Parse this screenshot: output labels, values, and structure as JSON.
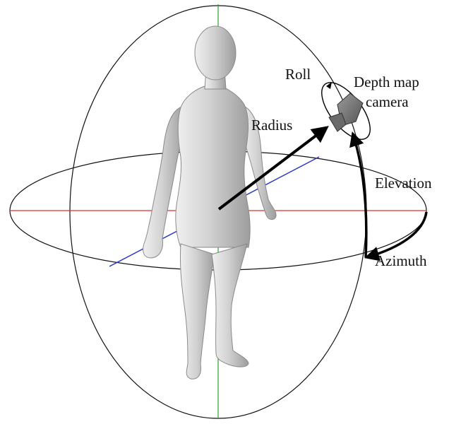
{
  "labels": {
    "roll": "Roll",
    "camera_line1": "Depth map",
    "camera_line2": "camera",
    "radius": "Radius",
    "elevation": "Elevation",
    "azimuth": "Azimuth"
  },
  "colors": {
    "x_axis": "#e0302a",
    "y_axis": "#2f9e2f",
    "z_axis": "#2433c8",
    "outline": "#111111",
    "body_fill": "#c9c9c9",
    "camera_fill": "#7a7a7a"
  }
}
